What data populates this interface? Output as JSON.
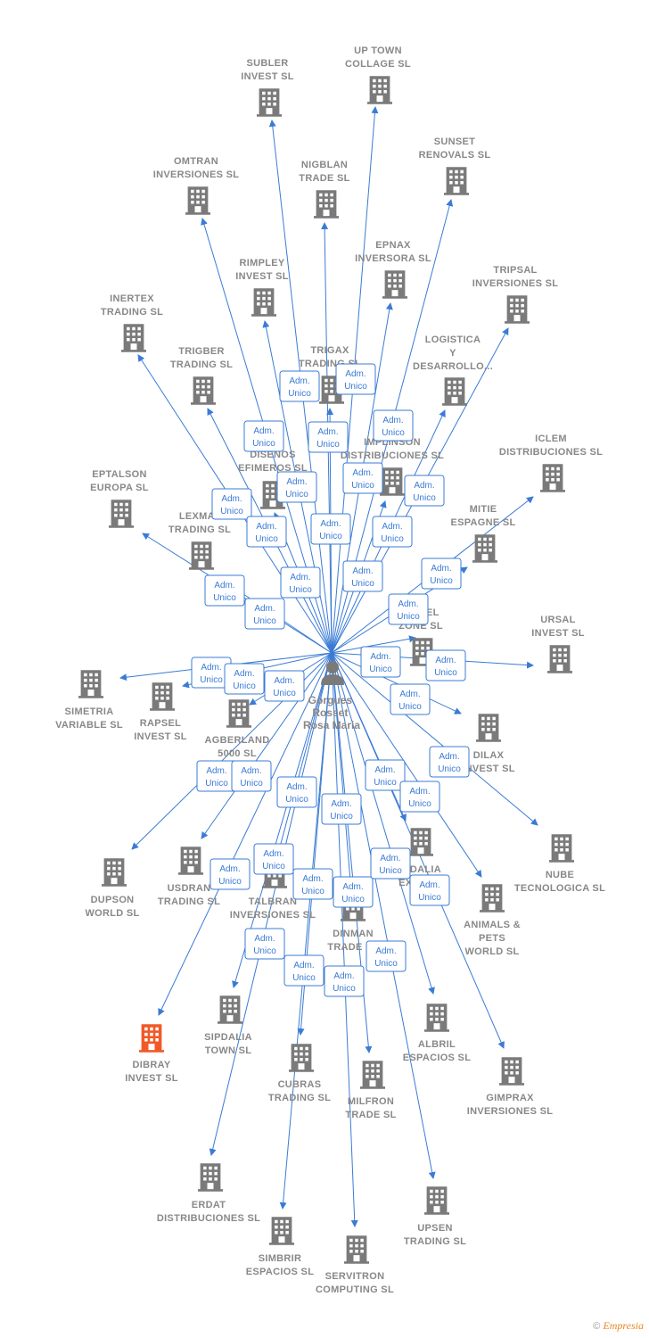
{
  "colors": {
    "edge": "#3a7bd5",
    "building": "#7a7a7a",
    "highlight": "#f05a28",
    "label": "#888888"
  },
  "center": {
    "label_lines": [
      "Gorgues",
      "Rosset",
      "Rosa Maria"
    ],
    "icon": "person-icon"
  },
  "role": [
    "Adm.",
    "Unico"
  ],
  "footer": {
    "symbol": "©",
    "brand": "Empresia"
  },
  "companies": [
    {
      "id": "subler",
      "lines": [
        "SUBLER",
        "INVEST SL"
      ]
    },
    {
      "id": "uptown",
      "lines": [
        "UP TOWN",
        "COLLAGE SL"
      ]
    },
    {
      "id": "omtran",
      "lines": [
        "OMTRAN",
        "INVERSIONES SL"
      ]
    },
    {
      "id": "nigblan",
      "lines": [
        "NIGBLAN",
        "TRADE SL"
      ]
    },
    {
      "id": "sunset",
      "lines": [
        "SUNSET",
        "RENOVALS SL"
      ]
    },
    {
      "id": "epnax",
      "lines": [
        "EPNAX",
        "INVERSORA SL"
      ]
    },
    {
      "id": "rimpley",
      "lines": [
        "RIMPLEY",
        "INVEST SL"
      ]
    },
    {
      "id": "tripsal",
      "lines": [
        "TRIPSAL",
        "INVERSIONES SL"
      ]
    },
    {
      "id": "inertex",
      "lines": [
        "INERTEX",
        "TRADING SL"
      ]
    },
    {
      "id": "trigber",
      "lines": [
        "TRIGBER",
        "TRADING SL"
      ]
    },
    {
      "id": "trigax",
      "lines": [
        "TRIGAX",
        "TRADING SL"
      ]
    },
    {
      "id": "logistica",
      "lines": [
        "LOGISTICA",
        "Y",
        "DESARROLLO..."
      ]
    },
    {
      "id": "iclem",
      "lines": [
        "ICLEM",
        "DISTRIBUCIONES SL"
      ]
    },
    {
      "id": "disenos",
      "lines": [
        "DISENOS",
        "EFIMEROS SL"
      ]
    },
    {
      "id": "implinson",
      "lines": [
        "IMPLINSON",
        "DISTRIBUCIONES SL"
      ]
    },
    {
      "id": "eptalson",
      "lines": [
        "EPTALSON",
        "EUROPA SL"
      ]
    },
    {
      "id": "mitie",
      "lines": [
        "MITIE",
        "ESPAGNE SL"
      ]
    },
    {
      "id": "lexmat",
      "lines": [
        "LEXMAT",
        "TRADING SL"
      ]
    },
    {
      "id": "model",
      "lines": [
        "MODEL",
        "ZONE SL"
      ]
    },
    {
      "id": "ursal",
      "lines": [
        "URSAL",
        "INVEST SL"
      ]
    },
    {
      "id": "simetria",
      "lines": [
        "SIMETRIA",
        "VARIABLE SL"
      ]
    },
    {
      "id": "rapsel",
      "lines": [
        "RAPSEL",
        "INVEST SL"
      ]
    },
    {
      "id": "agberland",
      "lines": [
        "AGBERLAND",
        "5000 SL"
      ]
    },
    {
      "id": "dilax",
      "lines": [
        "DILAX",
        "INVEST SL"
      ]
    },
    {
      "id": "nube",
      "lines": [
        "NUBE",
        "TECNOLOGICA SL"
      ]
    },
    {
      "id": "dupson",
      "lines": [
        "DUPSON",
        "WORLD SL"
      ]
    },
    {
      "id": "usdran",
      "lines": [
        "USDRAN",
        "TRADING SL"
      ]
    },
    {
      "id": "talbran",
      "lines": [
        "TALBRAN",
        "INVERSIONES SL"
      ]
    },
    {
      "id": "dinman",
      "lines": [
        "DINMAN",
        "TRADE SL"
      ]
    },
    {
      "id": "sidalia",
      "lines": [
        "SIDALIA",
        "EXPO SL"
      ]
    },
    {
      "id": "animals",
      "lines": [
        "ANIMALS &",
        "PETS",
        "WORLD SL"
      ]
    },
    {
      "id": "dibray",
      "lines": [
        "DIBRAY",
        "INVEST SL"
      ],
      "highlight": true
    },
    {
      "id": "sipdalia",
      "lines": [
        "SIPDALIA",
        "TOWN SL"
      ]
    },
    {
      "id": "cubras",
      "lines": [
        "CUBRAS",
        "TRADING SL"
      ]
    },
    {
      "id": "milfron",
      "lines": [
        "MILFRON",
        "TRADE SL"
      ]
    },
    {
      "id": "albril",
      "lines": [
        "ALBRIL",
        "ESPACIOS SL"
      ]
    },
    {
      "id": "gimprax",
      "lines": [
        "GIMPRAX",
        "INVERSIONES SL"
      ]
    },
    {
      "id": "erdat",
      "lines": [
        "ERDAT",
        "DISTRIBUCIONES SL"
      ]
    },
    {
      "id": "simbrir",
      "lines": [
        "SIMBRIR",
        "ESPACIOS SL"
      ]
    },
    {
      "id": "servitron",
      "lines": [
        "SERVITRON",
        "COMPUTING SL"
      ]
    },
    {
      "id": "upsen",
      "lines": [
        "UPSEN",
        "TRADING SL"
      ]
    }
  ]
}
